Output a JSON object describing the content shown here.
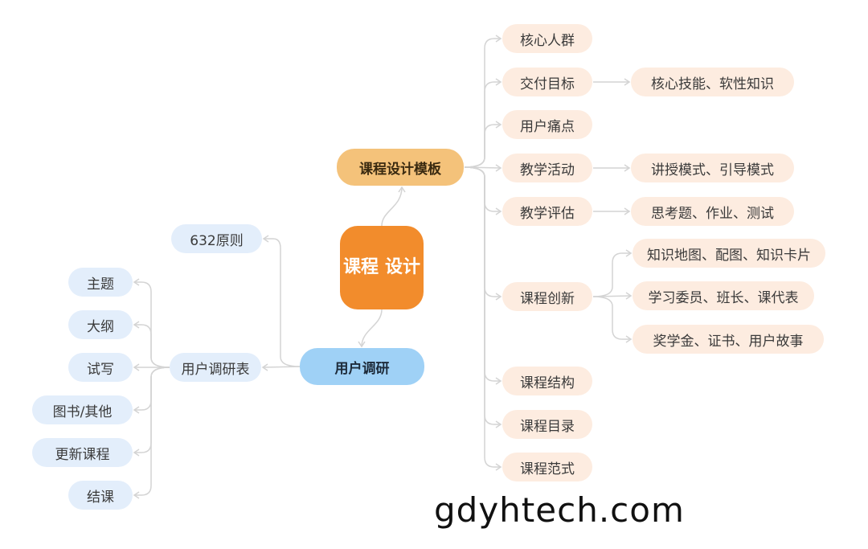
{
  "center": {
    "line1": "课程",
    "line2": "设计"
  },
  "course_template": {
    "label": "课程设计模板",
    "items": {
      "core_people": "核心人群",
      "delivery_goal": "交付目标",
      "delivery_goal_detail": "核心技能、软性知识",
      "user_pain": "用户痛点",
      "teaching_activity": "教学活动",
      "teaching_activity_detail": "讲授模式、引导模式",
      "teaching_eval": "教学评估",
      "teaching_eval_detail": "思考题、作业、测试",
      "innovation": "课程创新",
      "innovation_details": [
        "知识地图、配图、知识卡片",
        "学习委员、班长、课代表",
        "奖学金、证书、用户故事"
      ],
      "structure": "课程结构",
      "catalog": "课程目录",
      "paradigm": "课程范式"
    }
  },
  "user_research": {
    "label": "用户调研",
    "principle": "632原则",
    "survey": "用户调研表",
    "survey_items": [
      "主题",
      "大纲",
      "试写",
      "图书/其他",
      "更新课程",
      "结课"
    ]
  },
  "watermark": "gdyhtech.com",
  "colors": {
    "center": "#f28c2c",
    "template_main": "#f4c27a",
    "research_main": "#9fd1f6",
    "leaf_peach": "#fdece0",
    "leaf_blue": "#e3eefb",
    "connector": "#d4d4d4"
  }
}
